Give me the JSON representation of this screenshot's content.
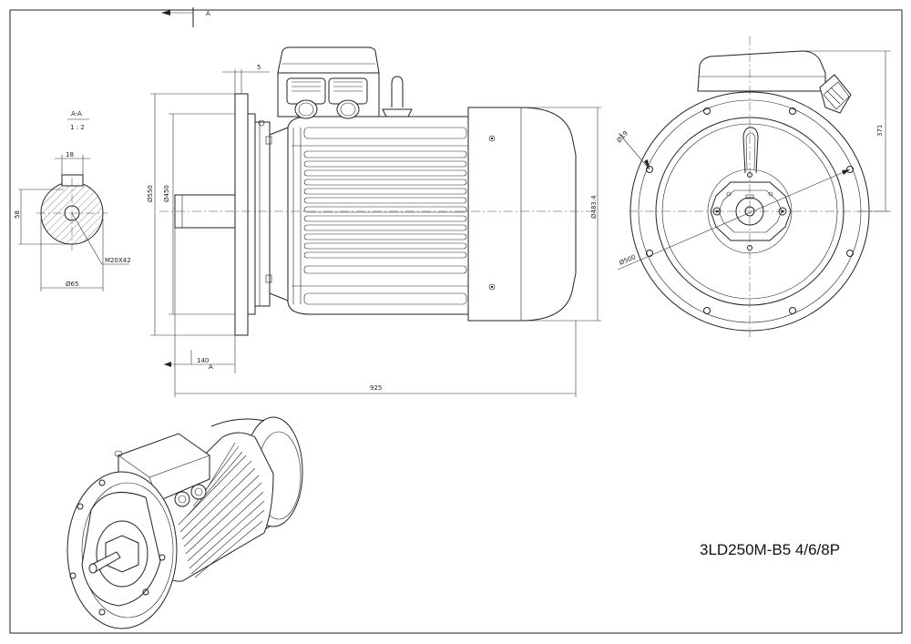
{
  "model_label": "3LD250M-B5 4/6/8P",
  "section": {
    "marker": "A",
    "title": "A-A",
    "scale": "1 : 2"
  },
  "dimensions": {
    "key_width": "18",
    "shaft_height": "58",
    "thread": "M20X42",
    "shaft_dia": "Ø65",
    "flange_thk": "5",
    "flange_dia": "Ø550",
    "spigot_dia": "Ø450",
    "shaft_len": "140",
    "overall_len": "925",
    "body_dia": "Ø483.4",
    "hole_dia": "Ø19",
    "pcd": "Ø500",
    "top_height": "371"
  }
}
